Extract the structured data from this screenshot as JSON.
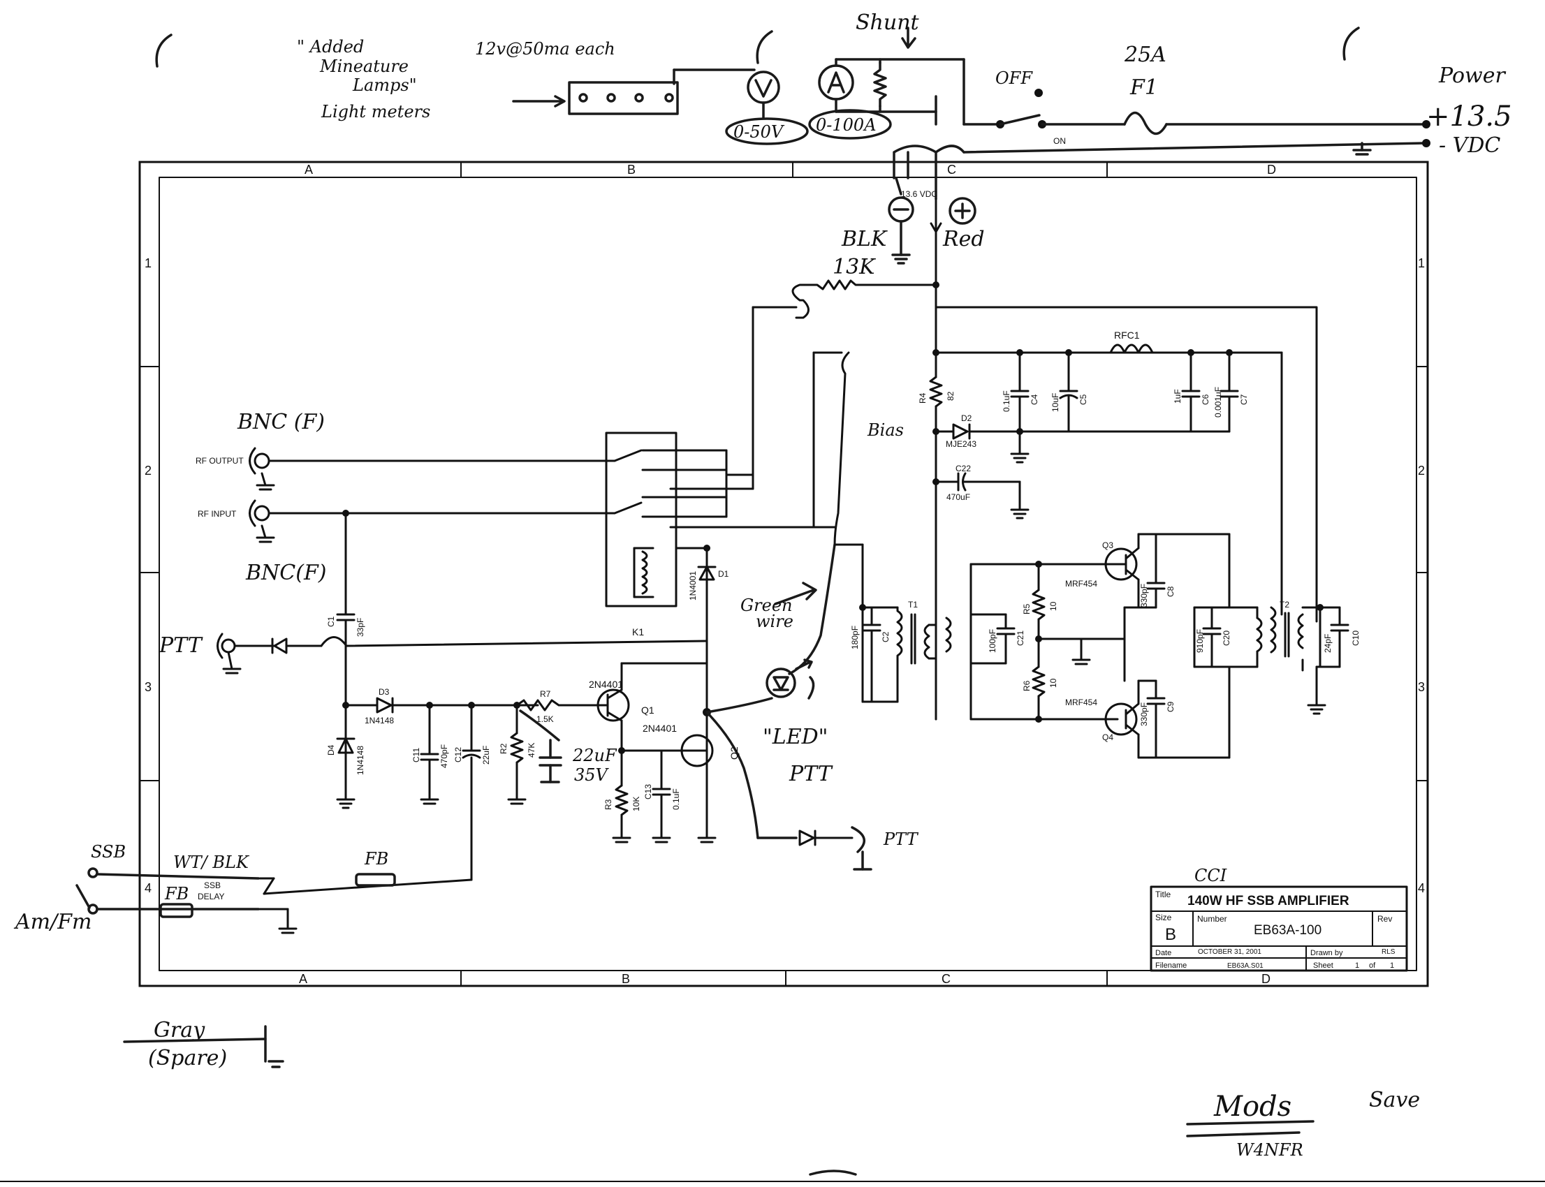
{
  "schematic": {
    "zones": {
      "columns": [
        "A",
        "B",
        "C",
        "D"
      ],
      "rows": [
        "1",
        "2",
        "3",
        "4"
      ]
    },
    "title_block": {
      "title_label": "Title",
      "title": "140W HF SSB AMPLIFIER",
      "size_label": "Size",
      "size": "B",
      "number_label": "Number",
      "number": "EB63A-100",
      "rev_label": "Rev",
      "date_label": "Date",
      "date": "OCTOBER 31, 2001",
      "filename_label": "Filename",
      "filename": "EB63A.S01",
      "drawn_by_label": "Drawn by",
      "drawn_by": "RLS",
      "sheet_label": "Sheet",
      "sheet_num": "1",
      "sheet_of": "of",
      "sheet_total": "1"
    },
    "printed_labels": {
      "rf_output": "RF OUTPUT",
      "rf_input": "RF INPUT",
      "supply": "13.6 VDC",
      "k1": "K1",
      "d1": "D1",
      "d1_part": "1N4001",
      "q1": "Q1",
      "q1_part": "2N4401",
      "q2": "Q2",
      "q2_part": "2N4401",
      "r7": "R7",
      "r7_value": "1.5K",
      "d3": "D3",
      "d3_part": "1N4148",
      "d4": "D4",
      "d4_part": "1N4148",
      "c1": "C1",
      "c1_value": "33pF",
      "c11": "C11",
      "c11_value": "470pF",
      "c12": "C12",
      "c12_value": "22uF",
      "r2": "R2",
      "r2_value": "47K",
      "r3": "R3",
      "r3_value": "10K",
      "c13": "C13",
      "c13_value": "0.1uF",
      "ssb_delay_1": "SSB",
      "ssb_delay_2": "DELAY",
      "rfc1": "RFC1",
      "r4": "R4",
      "r4_value": "82",
      "d2": "D2",
      "d2_part": "MJE243",
      "c22": "C22",
      "c22_value": "470uF",
      "c4": "C4",
      "c4_value": "0.1uF",
      "c5": "C5",
      "c5_value": "10uF",
      "c6": "C6",
      "c6_value": "1uF",
      "c7": "C7",
      "c7_value": "0.001uF",
      "t1": "T1",
      "t2": "T2",
      "c2": "C2",
      "c2_value": "180pF",
      "c21": "C21",
      "c21_value": "100pF",
      "r5": "R5",
      "r5_value": "10",
      "r6": "R6",
      "r6_value": "10",
      "q3": "Q3",
      "q3_part": "MRF454",
      "q4": "Q4",
      "q4_part": "MRF454",
      "c8": "C8",
      "c8_value": "330pF",
      "c9": "C9",
      "c9_value": "330pF",
      "c20": "C20",
      "c20_value": "910pF",
      "c10": "C10",
      "c10_value": "24pF"
    },
    "handwritten": {
      "added_1": "\" Added",
      "added_2": "Mineature",
      "added_3": "Lamps\"",
      "lamp_rating": "12v@50ma each",
      "light_meters": "Light meters",
      "shunt": "Shunt",
      "volt_range": "0-50V",
      "amp_range": "0-100A",
      "off": "OFF",
      "on": "ON",
      "fuse_rating": "25A",
      "fuse_name": "F1",
      "power": "Power",
      "plus_supply": "+13.5",
      "minus_supply": "- VDC",
      "blk": "BLK",
      "red": "Red",
      "r13k": "13K",
      "bias": "Bias",
      "bnc_top": "BNC (F)",
      "bnc_bottom": "BNC(F)",
      "ptt_left": "PTT",
      "green_wire_1": "Green",
      "green_wire_2": "wire",
      "led": "\"LED\"",
      "led_ptt": "PTT",
      "ptt_out": "PTT",
      "cap22_value": "22uF",
      "cap22_volt": "35V",
      "ssb": "SSB",
      "wt_blk": "WT/ BLK",
      "fb": "FB",
      "fb2": "FB",
      "am_fm": "Am/Fm",
      "cci": "CCI",
      "gray": "Gray",
      "spare": "(Spare)",
      "mods": "Mods",
      "w4nfr": "W4NFR",
      "save": "Save"
    }
  }
}
